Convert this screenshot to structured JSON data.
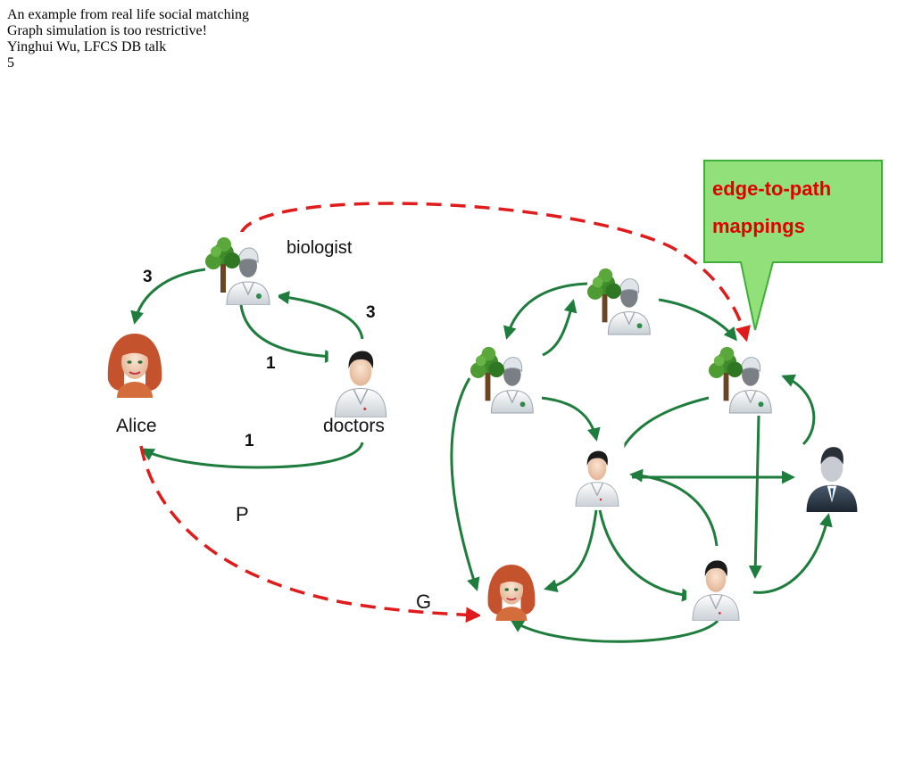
{
  "slide": {
    "title": "An example from real life social matching",
    "footer": "Yinghui Wu, LFCS DB talk",
    "page_number": "5",
    "note": "Graph simulation is too restrictive!"
  },
  "callout": {
    "line1": "edge-to-path",
    "line2": "mappings"
  },
  "pattern": {
    "label": "P",
    "nodes": {
      "biologist": "biologist",
      "alice": "Alice",
      "doctors": "doctors"
    },
    "edge_labels": {
      "bio_to_alice": "3",
      "doc_to_bio": "3",
      "bio_to_doc": "1",
      "doc_to_alice": "1"
    }
  },
  "graph": {
    "label": "G"
  },
  "colors": {
    "background": "#8a7153",
    "paper": "#fafae6",
    "edge": "#1e7d3c",
    "mapping": "#e01b1b",
    "callout_fill": "#92e07a",
    "callout_text": "#e00000",
    "note_text": "#c0202a",
    "note_bg": "#e4e4e8"
  },
  "icons": {
    "biologist": "biologist-icon",
    "doctor": "doctor-icon",
    "female": "female-user-icon",
    "businessman": "businessman-icon"
  }
}
